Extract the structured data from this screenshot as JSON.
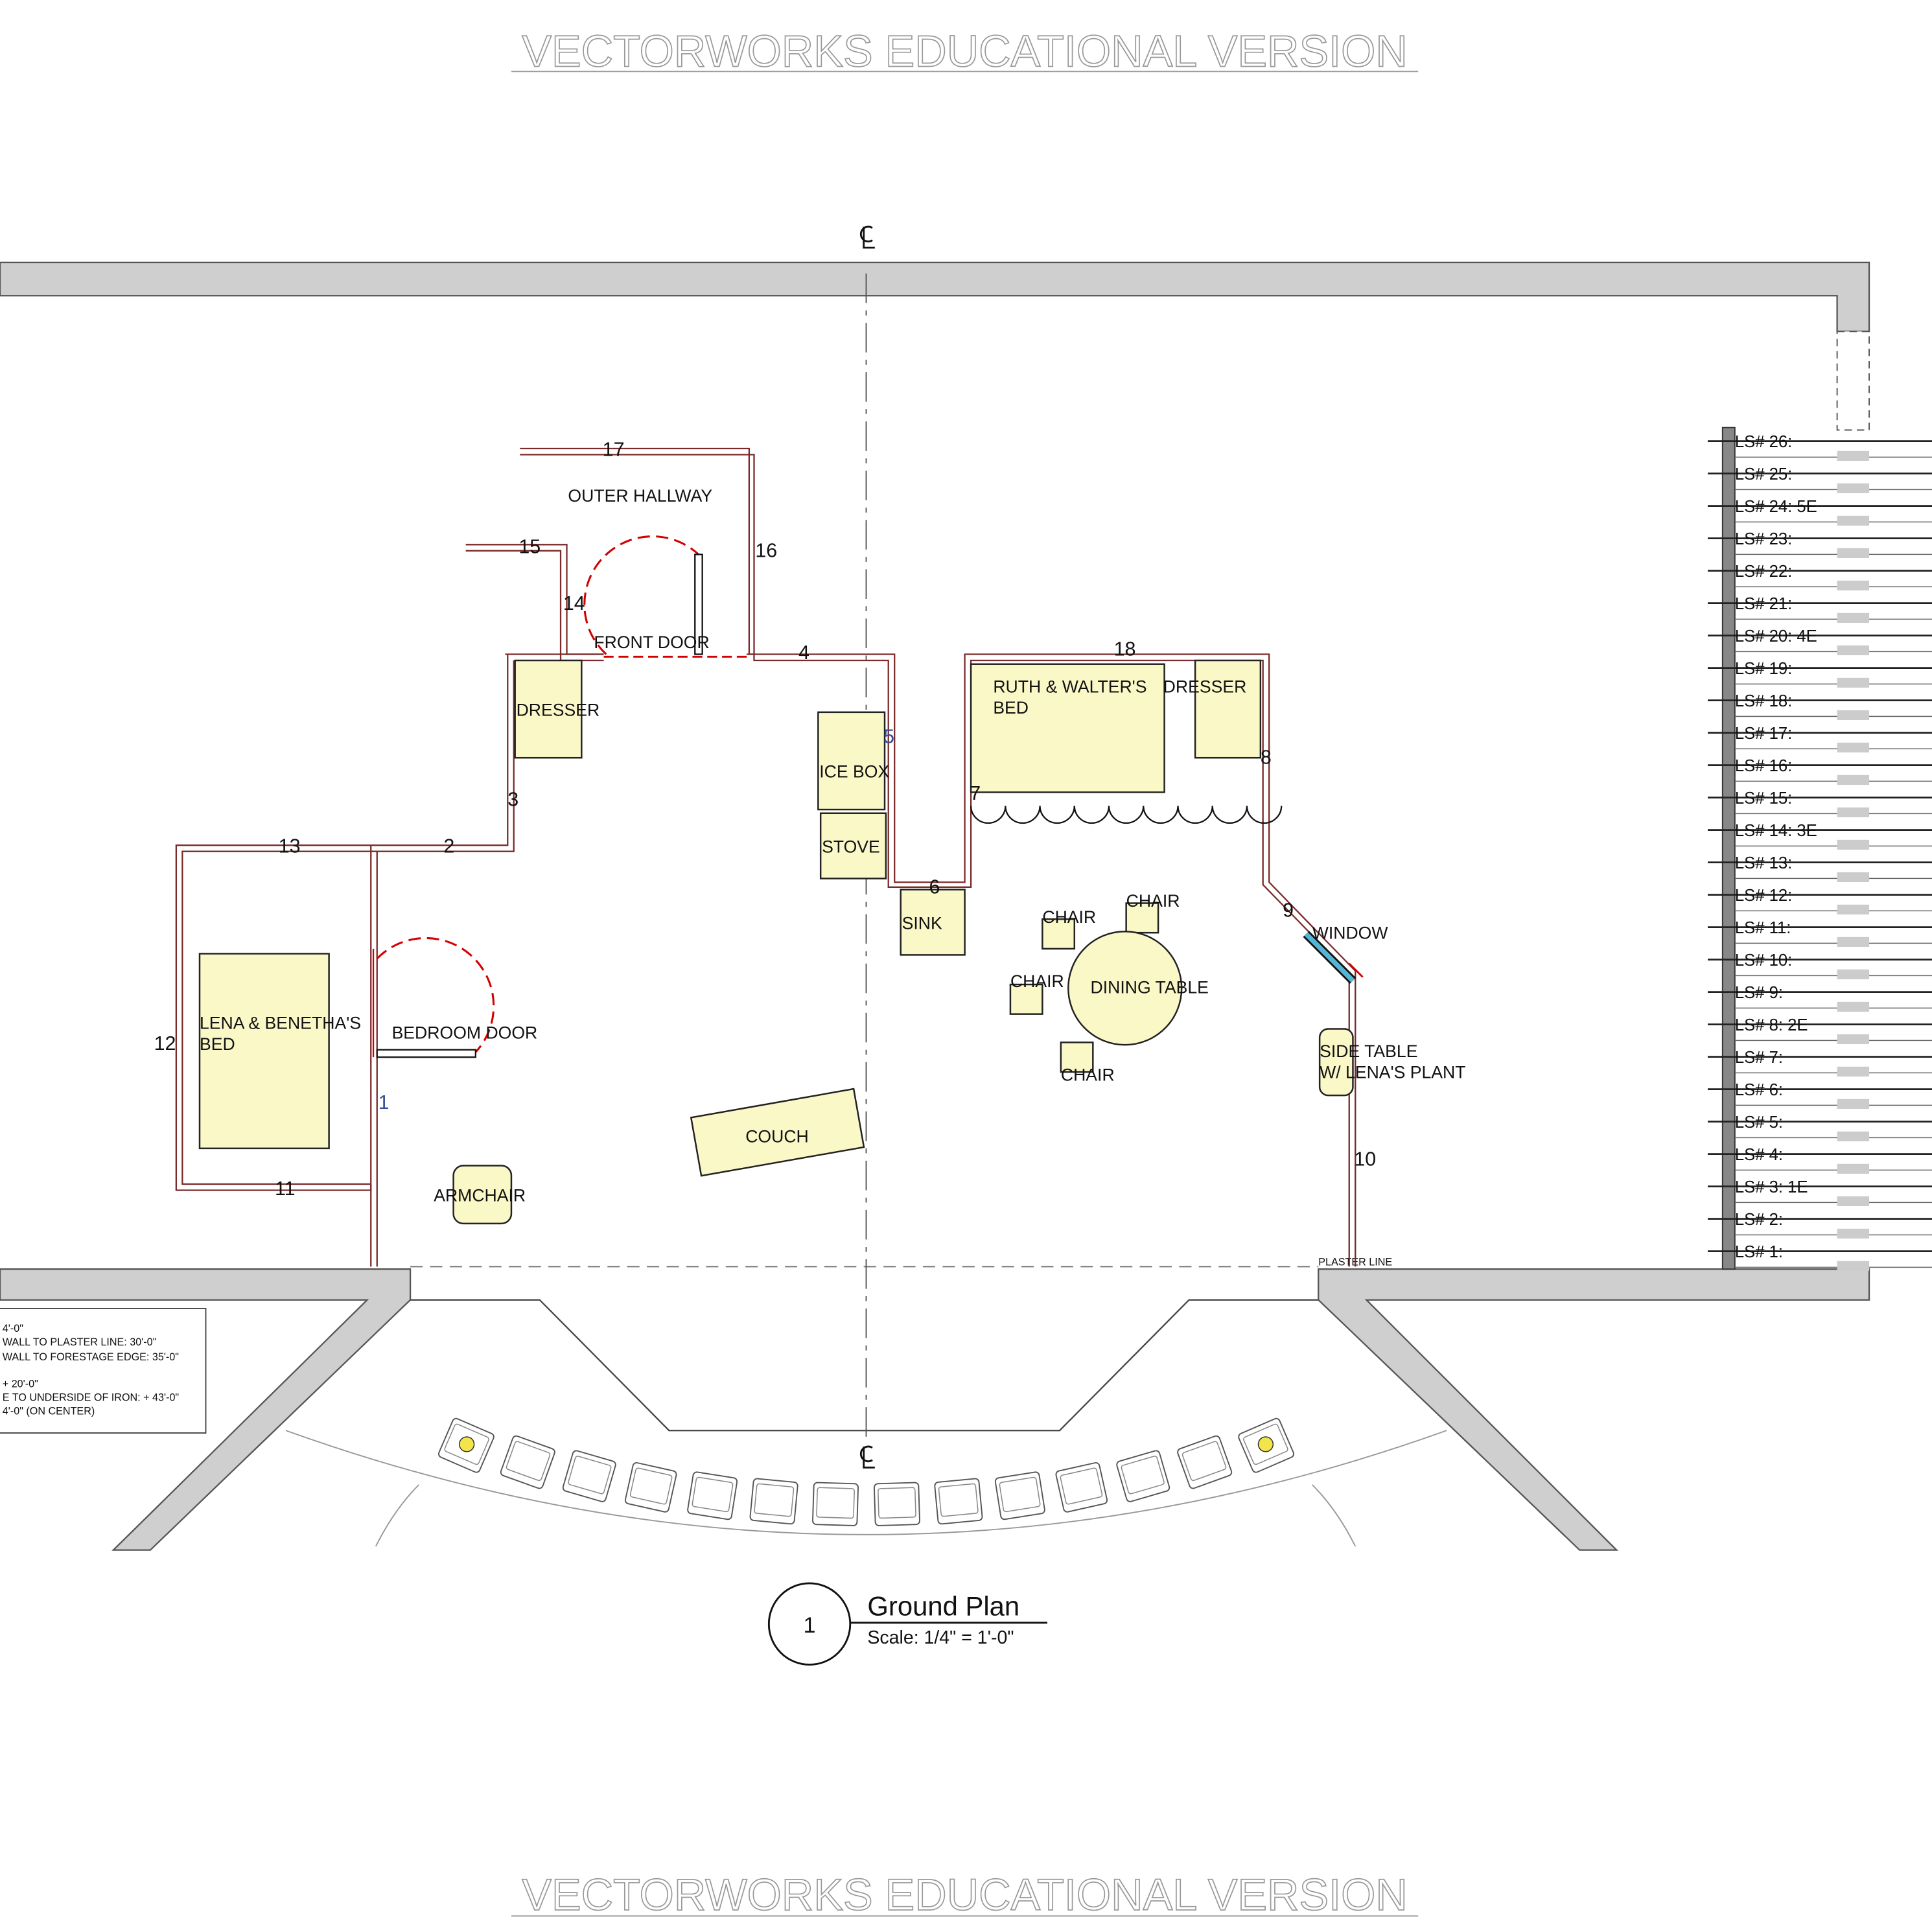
{
  "watermark": "VECTORWORKS EDUCATIONAL VERSION",
  "centerline_mark": "CL",
  "rooms": {
    "outer_hallway": "OUTER HALLWAY",
    "front_door": "FRONT DOOR",
    "bedroom_door": "BEDROOM DOOR",
    "window": "WINDOW",
    "plaster_line": "PLASTER LINE"
  },
  "furniture": {
    "dresser_left": "DRESSER",
    "ice_box": "ICE BOX",
    "stove": "STOVE",
    "sink": "SINK",
    "ruth_bed_line1": "RUTH & WALTER'S",
    "ruth_bed_line2": "BED",
    "dresser_right": "DRESSER",
    "chair_top_left": "CHAIR",
    "chair_top_right": "CHAIR",
    "chair_left": "CHAIR",
    "chair_bottom": "CHAIR",
    "dining_table": "DINING TABLE",
    "side_table_line1": "SIDE TABLE",
    "side_table_line2": "W/ LENA'S PLANT",
    "lena_bed_line1": "LENA & BENETHA'S",
    "lena_bed_line2": "BED",
    "couch": "COUCH",
    "armchair": "ARMCHAIR"
  },
  "flat_numbers": [
    "1",
    "2",
    "3",
    "4",
    "5",
    "6",
    "7",
    "8",
    "9",
    "10",
    "11",
    "12",
    "13",
    "14",
    "15",
    "16",
    "17",
    "18"
  ],
  "lineset_labels": [
    "LS#  26:",
    "LS#  25:",
    "LS#  24: 5E",
    "LS#  23:",
    "LS#  22:",
    "LS#  21:",
    "LS#  20: 4E",
    "LS#  19:",
    "LS#  18:",
    "LS#  17:",
    "LS#  16:",
    "LS#  15:",
    "LS#  14:  3E",
    "LS#  13:",
    "LS#  12:",
    "LS#  11:",
    "LS#  10:",
    "LS#  9:",
    "LS#  8: 2E",
    "LS#  7:",
    "LS#  6:",
    "LS#  5:",
    "LS#  4:",
    "LS#  3: 1E",
    "LS#  2:",
    "LS#  1:"
  ],
  "notes": [
    "4'-0\"",
    "WALL TO PLASTER LINE: 30'-0\"",
    "WALL TO FORESTAGE EDGE: 35'-0\"",
    "+ 20'-0\"",
    "E TO UNDERSIDE OF IRON:  + 43'-0\"",
    "4'-0\" (ON CENTER)"
  ],
  "title_block": {
    "number": "1",
    "title": "Ground Plan",
    "scale": "Scale: 1/4\" = 1'-0\""
  }
}
